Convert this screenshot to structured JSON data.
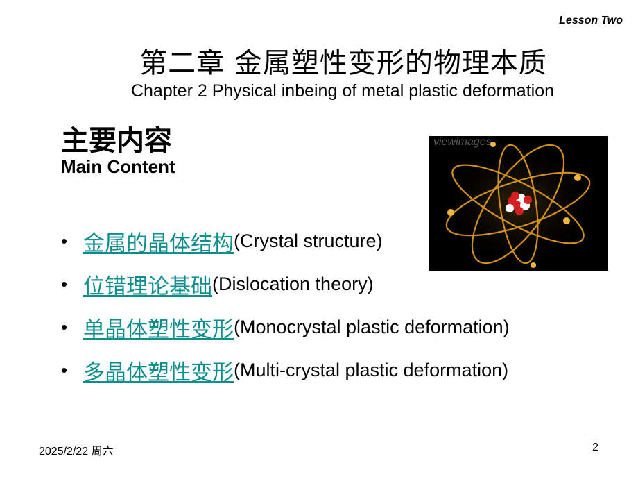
{
  "header": {
    "lesson": "Lesson Two"
  },
  "title": {
    "cn": "第二章  金属塑性变形的物理本质",
    "en": "Chapter 2  Physical inbeing of metal plastic deformation"
  },
  "main": {
    "cn": "主要内容",
    "en": "Main Content"
  },
  "bullets": [
    {
      "link": "金属的晶体结构",
      "text": "(Crystal structure)"
    },
    {
      "link": "位错理论基础",
      "text": "(Dislocation theory)"
    },
    {
      "link": "单晶体塑性变形",
      "text": "(Monocrystal plastic deformation)"
    },
    {
      "link": "多晶体塑性变形",
      "text": "(Multi-crystal plastic deformation)"
    }
  ],
  "bullet_symbol": "•",
  "image": {
    "watermark": "viewimages"
  },
  "footer": {
    "date": "2025/2/22 周六",
    "page": "2"
  },
  "colors": {
    "link": "#0e8d8d",
    "orbit": "#e8a020",
    "nucleus": "#d42020"
  }
}
